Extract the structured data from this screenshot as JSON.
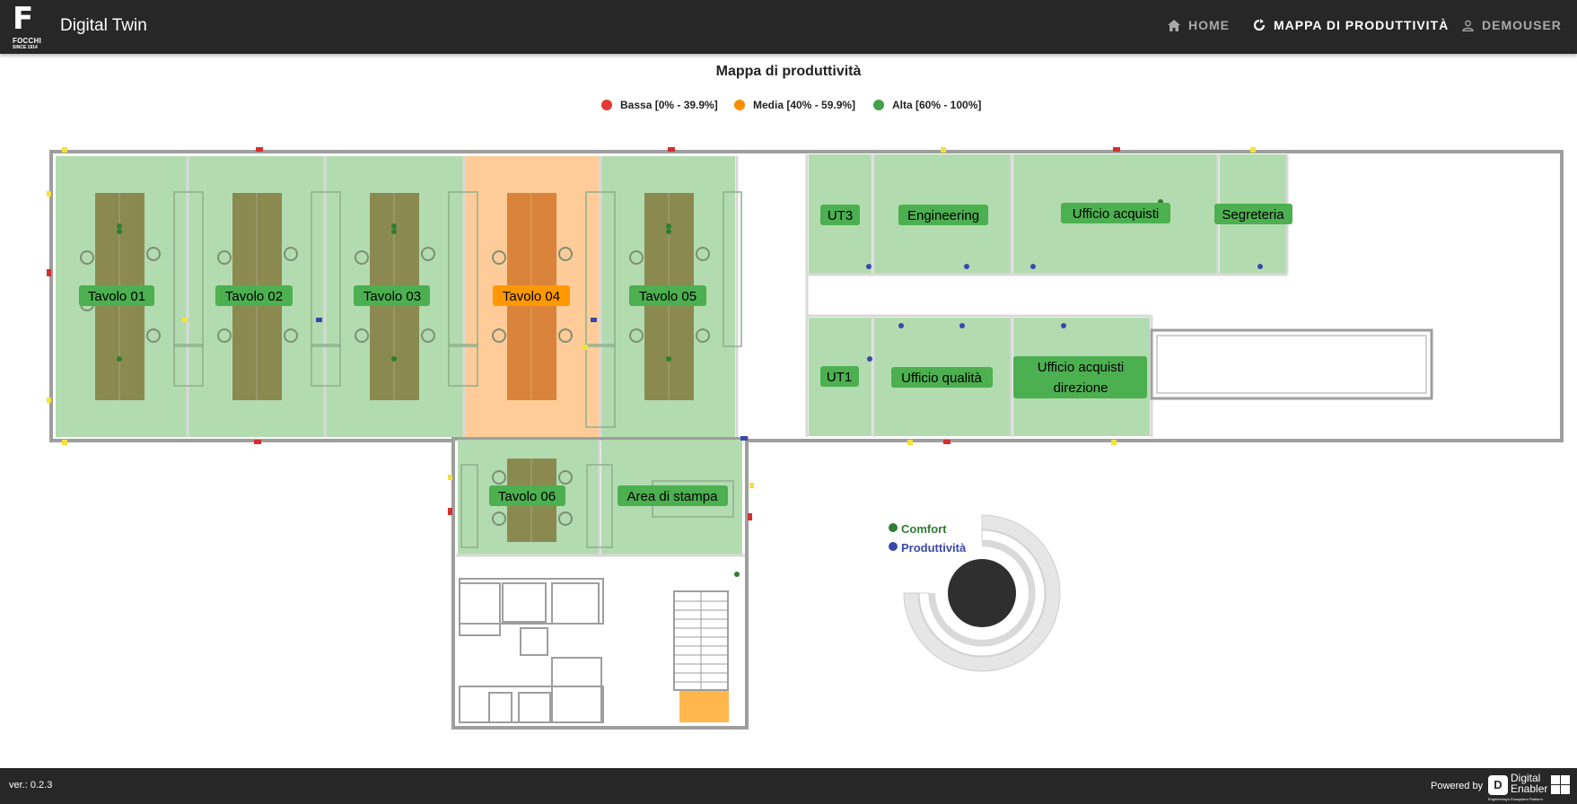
{
  "header": {
    "logo_letter": "F",
    "logo_name": "FOCCHI",
    "logo_since": "SINCE 1914",
    "app_title": "Digital Twin",
    "nav": [
      {
        "label": "HOME",
        "icon": "home-icon"
      },
      {
        "label": "MAPPA DI PRODUTTIVITÀ",
        "icon": "refresh-icon"
      },
      {
        "label": "DEMOUSER",
        "icon": "user-icon"
      }
    ]
  },
  "page": {
    "title": "Mappa di produttività"
  },
  "legend": [
    {
      "label": "Bassa [0% - 39.9%]",
      "color": "#e53935"
    },
    {
      "label": "Media [40% - 59.9%]",
      "color": "#fb8c00"
    },
    {
      "label": "Alta [60% - 100%]",
      "color": "#43a047"
    }
  ],
  "zones": [
    {
      "label": "Tavolo 01",
      "level": "Alta"
    },
    {
      "label": "Tavolo 02",
      "level": "Alta"
    },
    {
      "label": "Tavolo 03",
      "level": "Alta"
    },
    {
      "label": "Tavolo 04",
      "level": "Media"
    },
    {
      "label": "Tavolo 05",
      "level": "Alta"
    },
    {
      "label": "Tavolo 06",
      "level": "Alta"
    },
    {
      "label": "Area di stampa",
      "level": "Alta"
    },
    {
      "label": "UT3",
      "level": "Alta"
    },
    {
      "label": "Engineering",
      "level": "Alta"
    },
    {
      "label": "Ufficio acquisti",
      "level": "Alta"
    },
    {
      "label": "Segreteria",
      "level": "Alta"
    },
    {
      "label": "UT1",
      "level": "Alta"
    },
    {
      "label": "Ufficio qualità",
      "level": "Alta"
    },
    {
      "label": "Ufficio acquisti direzione",
      "level": "Alta"
    }
  ],
  "gauge": {
    "series": [
      {
        "label": "Comfort",
        "color": "#2e7d32"
      },
      {
        "label": "Produttività",
        "color": "#3949ab"
      }
    ]
  },
  "colors": {
    "alta_fill": "#b3dbb0",
    "alta_badge": "#4caf50",
    "media_fill": "#ffcc99",
    "media_badge": "#ff9800",
    "table_alta": "#8a8a50",
    "table_media": "#d9843a",
    "header_bg": "#272727"
  },
  "footer": {
    "version": "ver.: 0.2.3",
    "powered_by": "Powered by",
    "brand_line1": "Digital",
    "brand_line2": "Enabler",
    "brand_tagline": "Engineering's Ecosystem Platform"
  }
}
